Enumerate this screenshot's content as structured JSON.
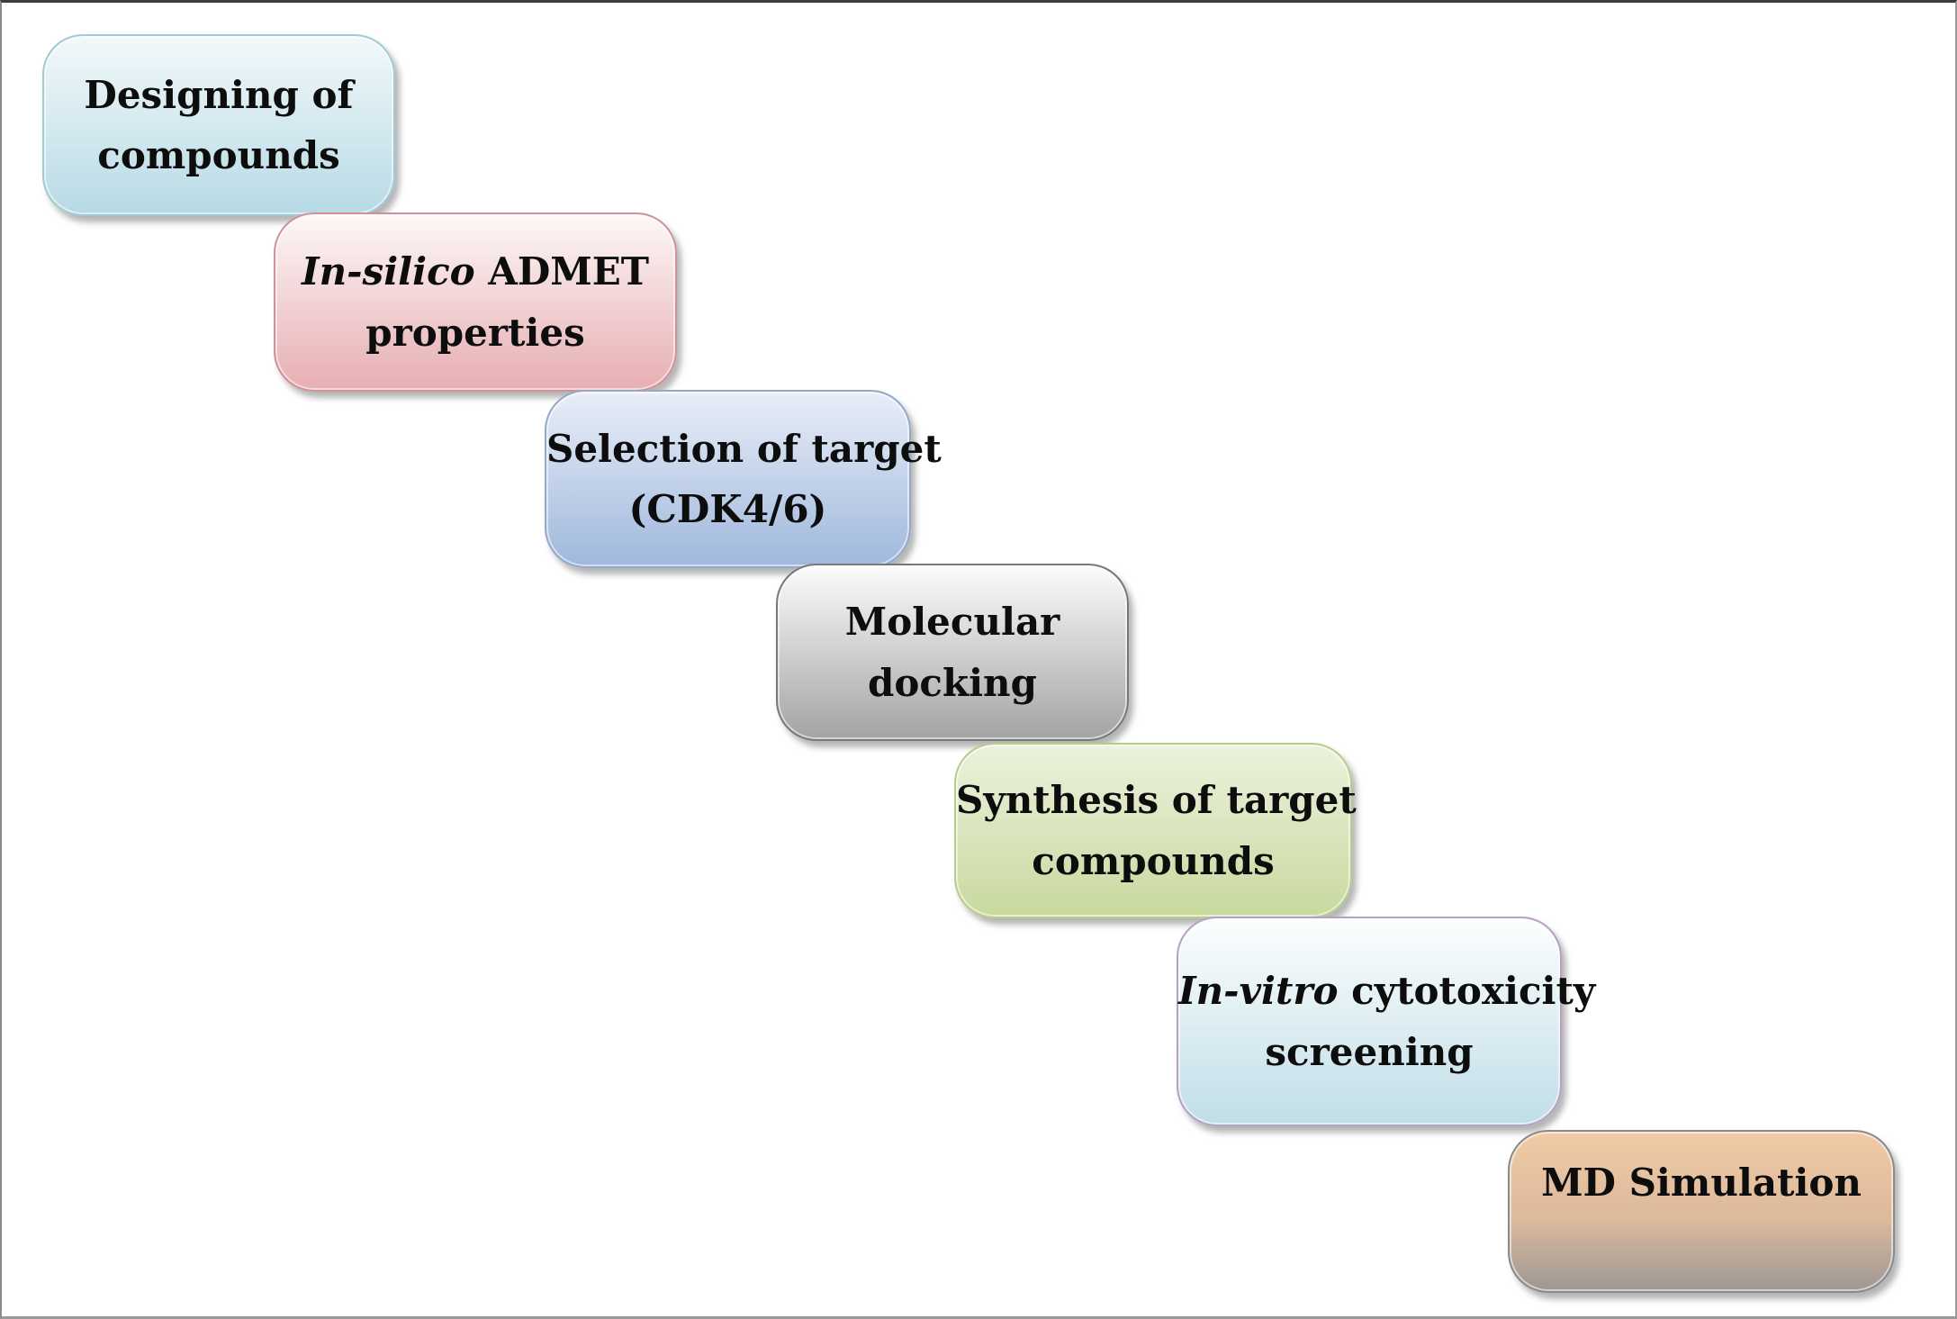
{
  "figure": {
    "background": "#ffffff",
    "frame_border_color": "#8a8a8a",
    "text_color": "#0d0d0d",
    "description_visible_boxes": 7
  },
  "steps": [
    {
      "id": "designing-of-compounds",
      "label": "Designing of compounds",
      "lines": [
        {
          "text": "Designing of"
        },
        {
          "text": "compounds"
        }
      ],
      "colors": {
        "top": "#f2f9fa",
        "bottom": "#b7dae5",
        "border": "#a2c9d4"
      }
    },
    {
      "id": "in-silico-admet-properties",
      "label": "In-silico ADMET properties",
      "lines": [
        {
          "italic": "In-silico",
          "text": " ADMET"
        },
        {
          "text": "properties"
        }
      ],
      "colors": {
        "top": "#fdf8f8",
        "bottom": "#e6aeb2",
        "border": "#cf9298"
      }
    },
    {
      "id": "selection-of-target-cdk46",
      "label": "Selection of target (CDK4/6)",
      "lines": [
        {
          "text": "Selection of target"
        },
        {
          "text": "(CDK4/6)"
        }
      ],
      "colors": {
        "top": "#e9eef8",
        "bottom": "#9fb8dc",
        "border": "#93a9c7"
      }
    },
    {
      "id": "molecular-docking",
      "label": "Molecular docking",
      "lines": [
        {
          "text": "Molecular"
        },
        {
          "text": "docking"
        }
      ],
      "colors": {
        "top": "#fcfcfc",
        "bottom": "#a4a3a3",
        "border": "#787878"
      }
    },
    {
      "id": "synthesis-of-target-compounds",
      "label": "Synthesis of target compounds",
      "lines": [
        {
          "text": "Synthesis of target"
        },
        {
          "text": "compounds"
        }
      ],
      "colors": {
        "top": "#ecf2de",
        "bottom": "#c8d99e",
        "border": "#b7cd8c"
      }
    },
    {
      "id": "in-vitro-cytotoxicity-screening",
      "label": "In-vitro cytotoxicity screening",
      "lines": [
        {
          "italic": "In-vitro",
          "text": " cytotoxicity"
        },
        {
          "text": "screening"
        }
      ],
      "colors": {
        "top": "#fdfefe",
        "bottom": "#c0dee8",
        "border": "#b79fc6"
      }
    },
    {
      "id": "md-simulation",
      "label": "MD Simulation",
      "lines": [
        {
          "text": "MD Simulation"
        }
      ],
      "colors": {
        "top": "#f1cba5",
        "mid": "#dcb99c",
        "bottom": "#9c9795",
        "border": "#8a8a8a"
      }
    }
  ]
}
